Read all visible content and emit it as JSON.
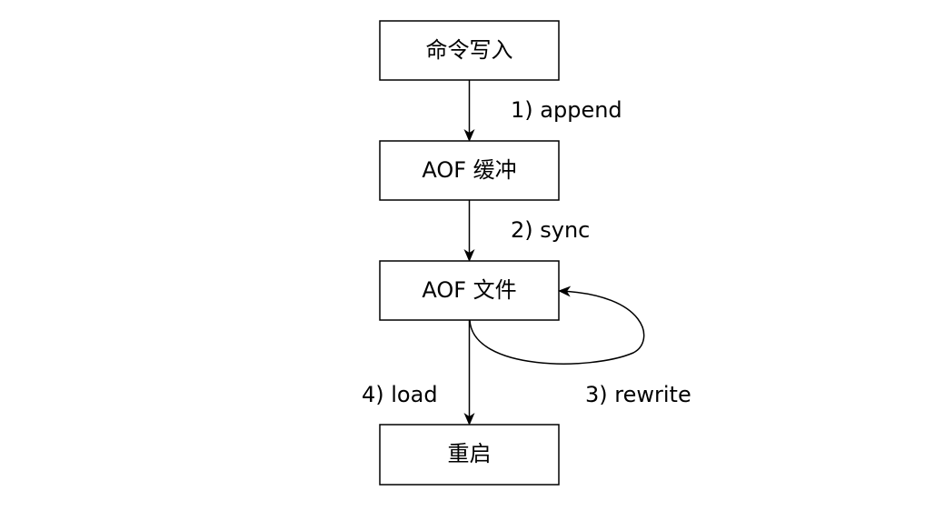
{
  "diagram": {
    "nodes": {
      "command_write": "命令写入",
      "aof_buffer": "AOF 缓冲",
      "aof_file": "AOF 文件",
      "restart": "重启"
    },
    "edges": {
      "append": "1) append",
      "sync": "2) sync",
      "rewrite": "3) rewrite",
      "load": "4) load"
    }
  }
}
